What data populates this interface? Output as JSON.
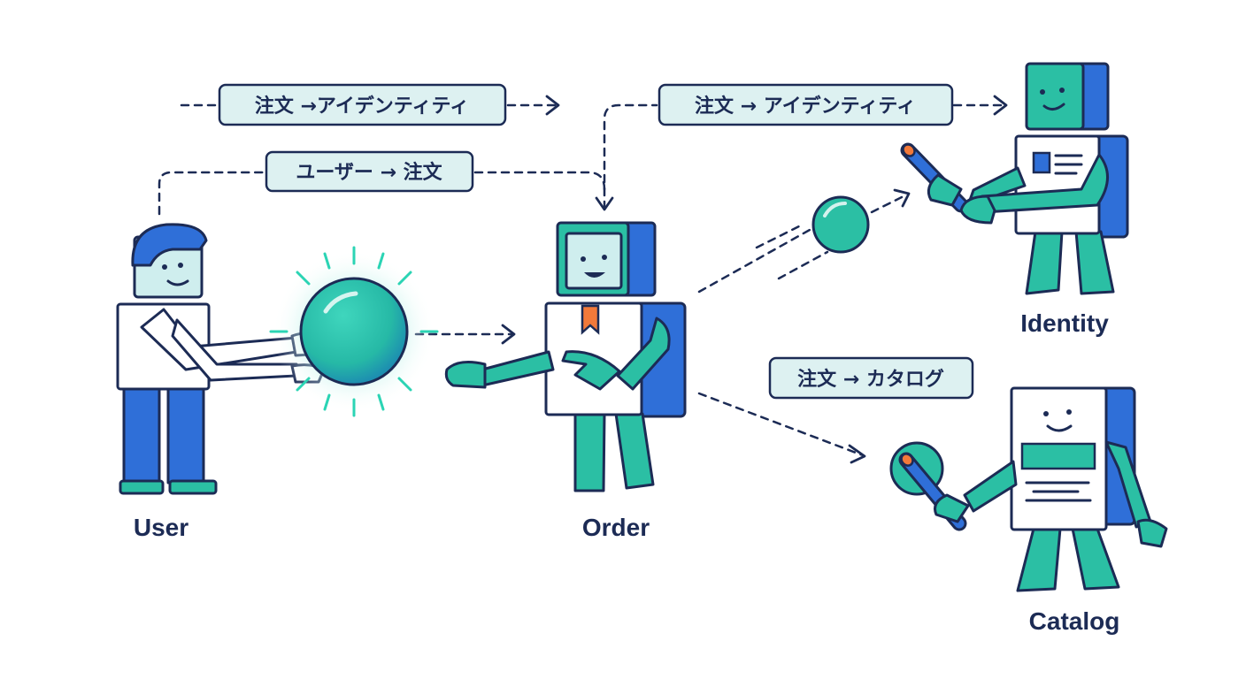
{
  "actors": {
    "user": "User",
    "order": "Order",
    "identity": "Identity",
    "catalog": "Catalog"
  },
  "flows": {
    "top_left": "注文 →アイデンティティ",
    "top_right": "注文 → アイデンティティ",
    "user_to_order": "ユーザー → 注文",
    "order_to_catalog": "注文 → カタログ"
  },
  "colors": {
    "navy": "#1c2b55",
    "teal": "#2bbfa4",
    "blue": "#2f6fd8",
    "label_bg": "#ddf1f1"
  }
}
